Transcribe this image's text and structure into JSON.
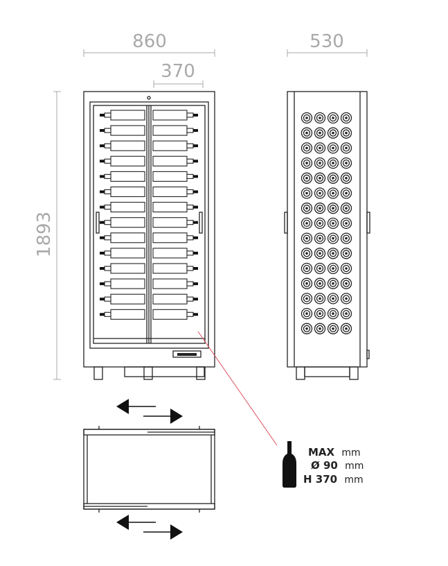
{
  "dimensions": {
    "width": "860",
    "depth": "530",
    "bottle_zone": "370",
    "height": "1893"
  },
  "bottle_spec": {
    "line1_main": "MAX",
    "line1_unit": "mm",
    "line2_main": "Ø 90",
    "line2_unit": "mm",
    "line3_main": "H 370",
    "line3_unit": "mm"
  },
  "shelving": {
    "front_rows": 14,
    "side_rows": 15,
    "side_columns": 4
  },
  "colors": {
    "line": "#222222",
    "dimension": "#a9a9a9",
    "leader": "#e05060",
    "bottle": "#111111"
  }
}
